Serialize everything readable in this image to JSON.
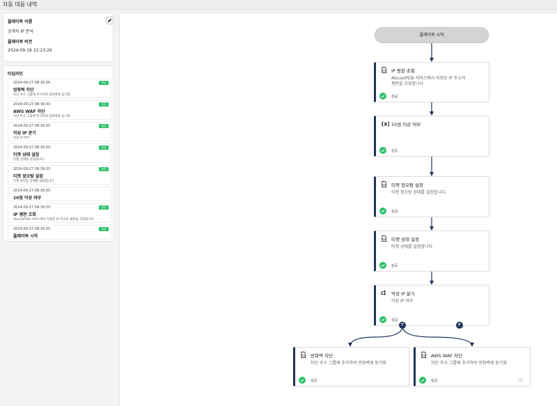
{
  "header": {
    "title": "자동 대응 내역"
  },
  "info": {
    "name_label": "플레이북 이름",
    "name_value": "공격자 IP 분석",
    "version_label": "플레이북 버전",
    "version_value": "2024-09-18 22:23:26"
  },
  "timeline": {
    "title": "타임라인",
    "items": [
      {
        "time": "2024-09-27 08:39:34",
        "badge": "성공",
        "name": "방화벽 차단",
        "desc": "차단 주소 그룹에 추가하여 방화벽에 동기화"
      },
      {
        "time": "2024-09-27 08:39:33",
        "badge": "성공",
        "name": "AWS WAF 차단",
        "desc": "차단 주소 그룹에 추가하여 방화벽에 동기화"
      },
      {
        "time": "2024-09-27 08:39:33",
        "badge": "성공",
        "name": "악성 IP 분기",
        "desc": "악성 IP 여부"
      },
      {
        "time": "2024-09-27 08:39:33",
        "badge": "성공",
        "name": "티켓 상태 설정",
        "desc": "티켓 상태를 설정합니다."
      },
      {
        "time": "2024-09-27 08:39:33",
        "badge": "성공",
        "name": "티켓 정오탐 설정",
        "desc": "티켓 정오탐 상태를 설정합니다."
      },
      {
        "time": "2024-09-27 08:39:33",
        "badge": "",
        "name": "10점 이상 여부",
        "desc": ""
      },
      {
        "time": "2024-09-27 08:39:33",
        "badge": "성공",
        "name": "IP 평판 조회",
        "desc": "AbuseIPDB 서비스에서 지정된 IP 주소의 평판을 조회합니다."
      },
      {
        "time": "2024-09-27 08:39:33",
        "badge": "성공",
        "name": "플레이북 시작",
        "desc": ""
      }
    ]
  },
  "flow": {
    "start_label": "플레이북 시작",
    "nodes": [
      {
        "name": "IP 평판 조회",
        "desc_line1": "AbuseIPDB 서비스에서 지정된 IP 주소의",
        "desc_line2": "평판을 조회합니다.",
        "status": "성공",
        "icon": "script-icon"
      },
      {
        "name": "10점 이상 여부",
        "desc_line1": "",
        "desc_line2": "",
        "status": "성공",
        "icon": "variable-icon"
      },
      {
        "name": "티켓 정오탐 설정",
        "desc_line1": "티켓 정오탐 상태를 설정합니다.",
        "desc_line2": "",
        "status": "성공",
        "icon": "script-icon"
      },
      {
        "name": "티켓 상태 설정",
        "desc_line1": "티켓 상태를 설정합니다.",
        "desc_line2": "",
        "status": "성공",
        "icon": "script-icon"
      },
      {
        "name": "악성 IP 분기",
        "desc_line1": "악성 IP 여부",
        "desc_line2": "",
        "status": "성공",
        "icon": "branch-icon"
      },
      {
        "name": "방화벽 차단",
        "desc_line1": "차단 주소 그룹에 추가하여 방화벽에 동기화",
        "desc_line2": "",
        "status": "성공",
        "icon": "script-icon"
      },
      {
        "name": "AWS WAF 차단",
        "desc_line1": "차단 주소 그룹에 추가하여 방화벽에 동기화",
        "desc_line2": "",
        "status": "성공",
        "extra": "1초",
        "icon": "script-icon"
      }
    ],
    "branch_true": "T",
    "branch_false": "F"
  },
  "colors": {
    "accent": "#1e3357",
    "success": "#2ebf6a",
    "start_fill": "#d4d4d4"
  }
}
